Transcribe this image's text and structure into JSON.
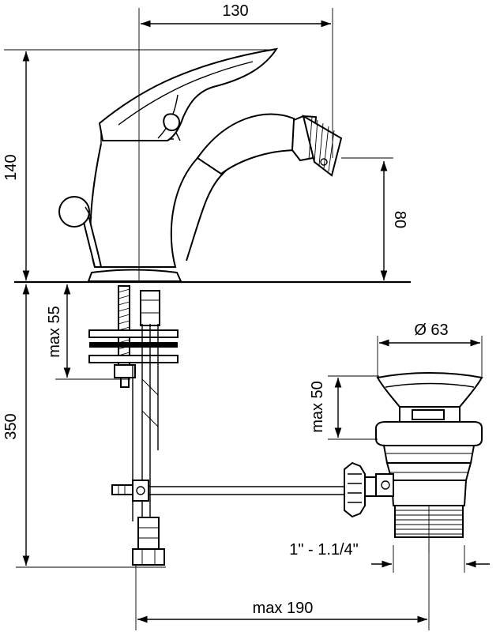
{
  "dimensions": {
    "width_130": "130",
    "height_140": "140",
    "height_80": "80",
    "max_55": "max 55",
    "height_350": "350",
    "diameter_63": "Ø 63",
    "max_50": "max 50",
    "thread": "1\" - 1.1/4\"",
    "max_190": "max 190"
  },
  "colors": {
    "line": "#000000",
    "background": "#ffffff"
  }
}
